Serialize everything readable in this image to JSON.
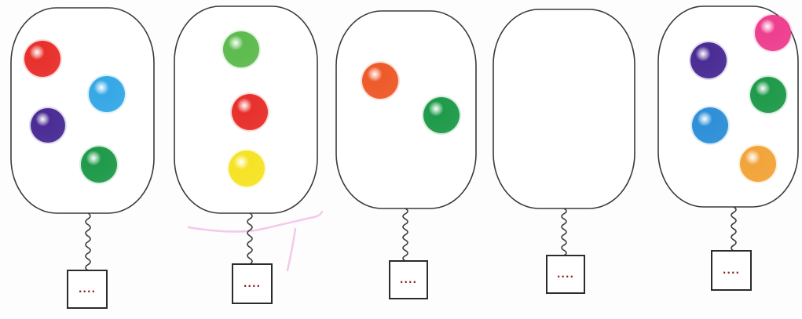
{
  "worksheet": {
    "groups": [
      {
        "id": "group-1",
        "balls": [
          "red",
          "light-blue",
          "purple",
          "green"
        ],
        "answer_text": "...."
      },
      {
        "id": "group-2",
        "balls": [
          "light-green",
          "red",
          "yellow"
        ],
        "answer_text": "...."
      },
      {
        "id": "group-3",
        "balls": [
          "orange",
          "green"
        ],
        "answer_text": "...."
      },
      {
        "id": "group-4",
        "balls": [],
        "answer_text": "...."
      },
      {
        "id": "group-5",
        "balls": [
          "magenta",
          "purple",
          "green",
          "blue",
          "light-orange"
        ],
        "answer_text": "...."
      }
    ]
  },
  "colors": {
    "red": "#e8302c",
    "light-blue": "#36a8e6",
    "purple": "#4a2c94",
    "green": "#1f9a4a",
    "light-green": "#5dbb4e",
    "yellow": "#f6e326",
    "orange": "#ee5a2a",
    "magenta": "#ee3f8f",
    "blue": "#2e8fd8",
    "light-orange": "#f2a43a",
    "violet": "#8a4cc2",
    "outline": "#3a3a3a",
    "dots": "#8a1c1c"
  }
}
